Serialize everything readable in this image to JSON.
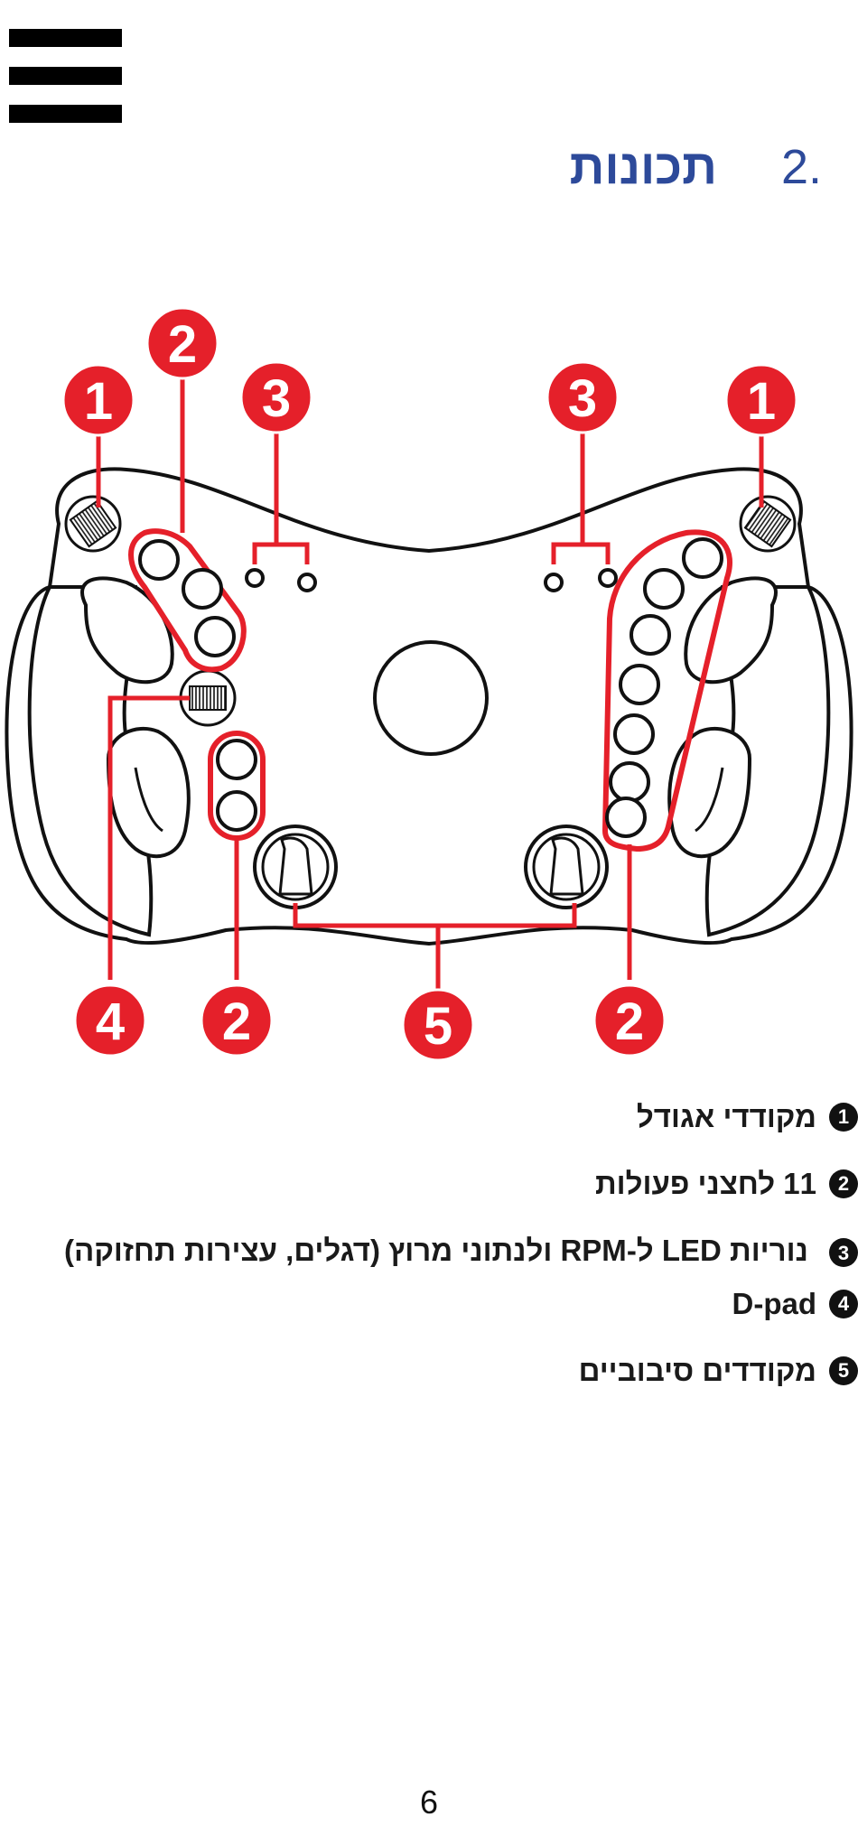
{
  "section": {
    "number": ".2",
    "title": "תכונות"
  },
  "figure": {
    "callouts": [
      {
        "id": "c1-left",
        "label": "1"
      },
      {
        "id": "c1-right",
        "label": "1"
      },
      {
        "id": "c2-top",
        "label": "2"
      },
      {
        "id": "c3-left",
        "label": "3"
      },
      {
        "id": "c3-right",
        "label": "3"
      },
      {
        "id": "c4-bottom",
        "label": "4"
      },
      {
        "id": "c2-bottom-left",
        "label": "2"
      },
      {
        "id": "c5-bottom",
        "label": "5"
      },
      {
        "id": "c2-bottom-right",
        "label": "2"
      }
    ],
    "accent_color": "#e5202a"
  },
  "features": [
    {
      "marker": "1",
      "text": "מקודדי אגודל"
    },
    {
      "marker": "2",
      "text": "11 לחצני פעולות"
    },
    {
      "marker": "3",
      "text": "נוריות LED ל-RPM ולנתוני מרוץ (דגלים, עצירות תחזוקה)"
    },
    {
      "marker": "4",
      "text": "D-pad"
    },
    {
      "marker": "5",
      "text": "מקודדים סיבוביים"
    }
  ],
  "page_number": "6"
}
